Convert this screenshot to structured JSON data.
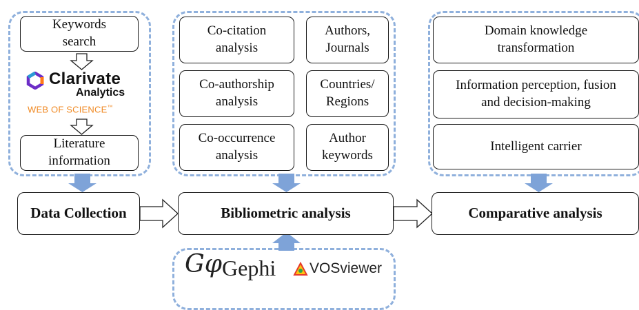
{
  "collection": {
    "keywords": "Keywords\nsearch",
    "clarivate_name": "Clarivate",
    "clarivate_sub": "Analytics",
    "wos": "WEB OF SCIENCE",
    "wos_tm": "™",
    "literature": "Literature\ninformation"
  },
  "analysis": {
    "cocitation": "Co-citation\nanalysis",
    "coauthorship": "Co-authorship\nanalysis",
    "cooccurrence": "Co-occurrence\nanalysis",
    "authors": "Authors,\nJournals",
    "countries": "Countries/\nRegions",
    "author_keywords": "Author\nkeywords"
  },
  "comparative": {
    "domain": "Domain knowledge\ntransformation",
    "info": "Information perception, fusion\nand decision-making",
    "carrier": "Intelligent carrier"
  },
  "stages": {
    "data_collection": "Data Collection",
    "bibliometric": "Bibliometric analysis",
    "comparative": "Comparative analysis"
  },
  "tools": {
    "gephi_mark": "Gφ",
    "gephi": "Gephi",
    "vosviewer": "VOSviewer"
  },
  "colors": {
    "dashed_border": "#8fb0dc",
    "arrow_fill": "#7ea3d8",
    "wos_orange": "#f08a24",
    "clarivate_purple": "#6c2dc7"
  }
}
